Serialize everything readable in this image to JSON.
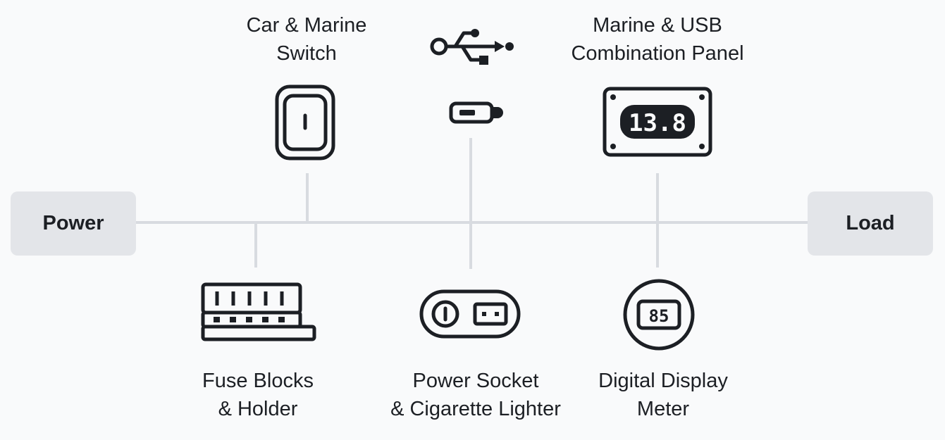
{
  "endpoints": {
    "power": "Power",
    "load": "Load"
  },
  "components": {
    "switch": {
      "line1": "Car & Marine",
      "line2": "Switch",
      "icon": "rocker-switch-icon"
    },
    "usb": {
      "icons": [
        "usb-symbol-icon",
        "usb-plug-icon"
      ]
    },
    "panel": {
      "line1": "Marine & USB",
      "line2": "Combination Panel",
      "display_value": "13.8",
      "icon": "digital-panel-icon"
    },
    "fuse": {
      "line1": "Fuse Blocks",
      "line2": "& Holder",
      "icon": "fuse-block-icon"
    },
    "socket": {
      "line1": "Power Socket",
      "line2": "& Cigarette Lighter",
      "icon": "power-socket-icon"
    },
    "meter": {
      "line1": "Digital Display",
      "line2": "Meter",
      "display_value": "85",
      "icon": "round-meter-icon"
    }
  },
  "colors": {
    "wire": "#d8dbe0",
    "endpoint_fill": "#e3e5e9",
    "icon_stroke": "#1c1f24",
    "background": "#f9fafb"
  }
}
